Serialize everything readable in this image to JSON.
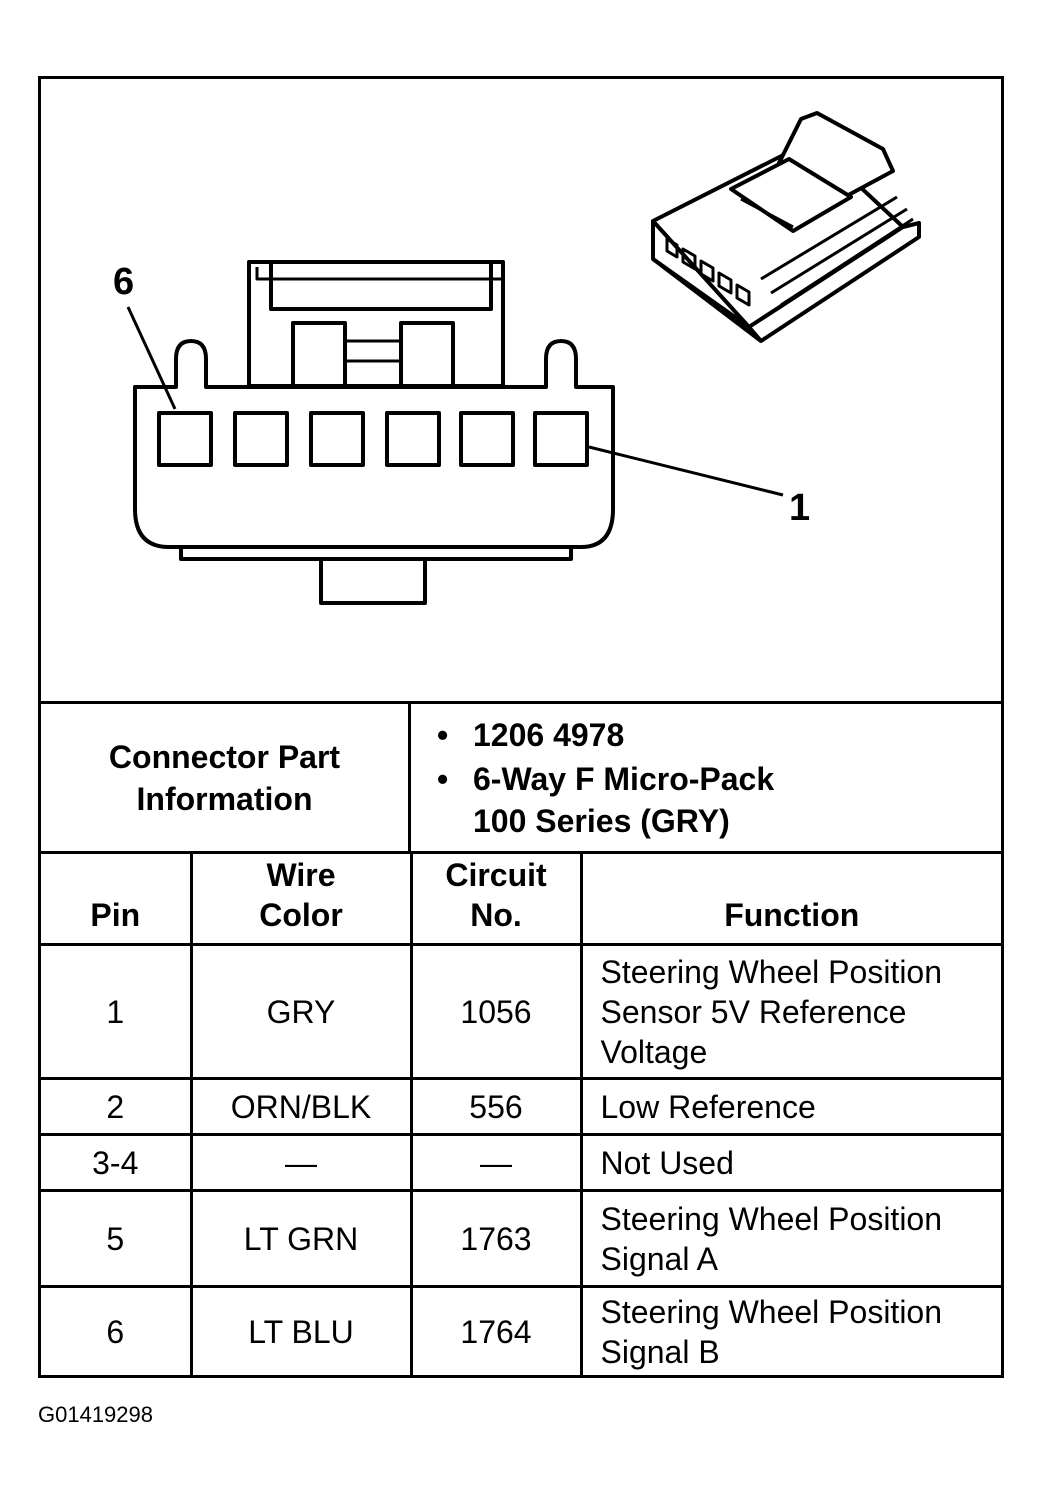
{
  "figure": {
    "pin_label_left": "6",
    "pin_label_right": "1"
  },
  "connector_info": {
    "title": "Connector Part Information",
    "items": [
      "1206 4978",
      "6-Way F Micro-Pack",
      "100 Series (GRY)"
    ]
  },
  "table": {
    "headers": {
      "pin": "Pin",
      "wire_color_1": "Wire",
      "wire_color_2": "Color",
      "circuit_1": "Circuit",
      "circuit_2": "No.",
      "function": "Function"
    },
    "rows": [
      {
        "pin": "1",
        "wire": "GRY",
        "circuit": "1056",
        "function": [
          "Steering Wheel Position",
          "Sensor 5V Reference",
          "Voltage"
        ]
      },
      {
        "pin": "2",
        "wire": "ORN/BLK",
        "circuit": "556",
        "function": [
          "Low Reference"
        ]
      },
      {
        "pin": "3-4",
        "wire": "—",
        "circuit": "—",
        "function": [
          "Not Used"
        ]
      },
      {
        "pin": "5",
        "wire": "LT GRN",
        "circuit": "1763",
        "function": [
          "Steering Wheel Position",
          "Signal A"
        ]
      },
      {
        "pin": "6",
        "wire": "LT BLU",
        "circuit": "1764",
        "function": [
          "Steering Wheel Position",
          "Signal B"
        ]
      }
    ]
  },
  "caption": "G01419298"
}
